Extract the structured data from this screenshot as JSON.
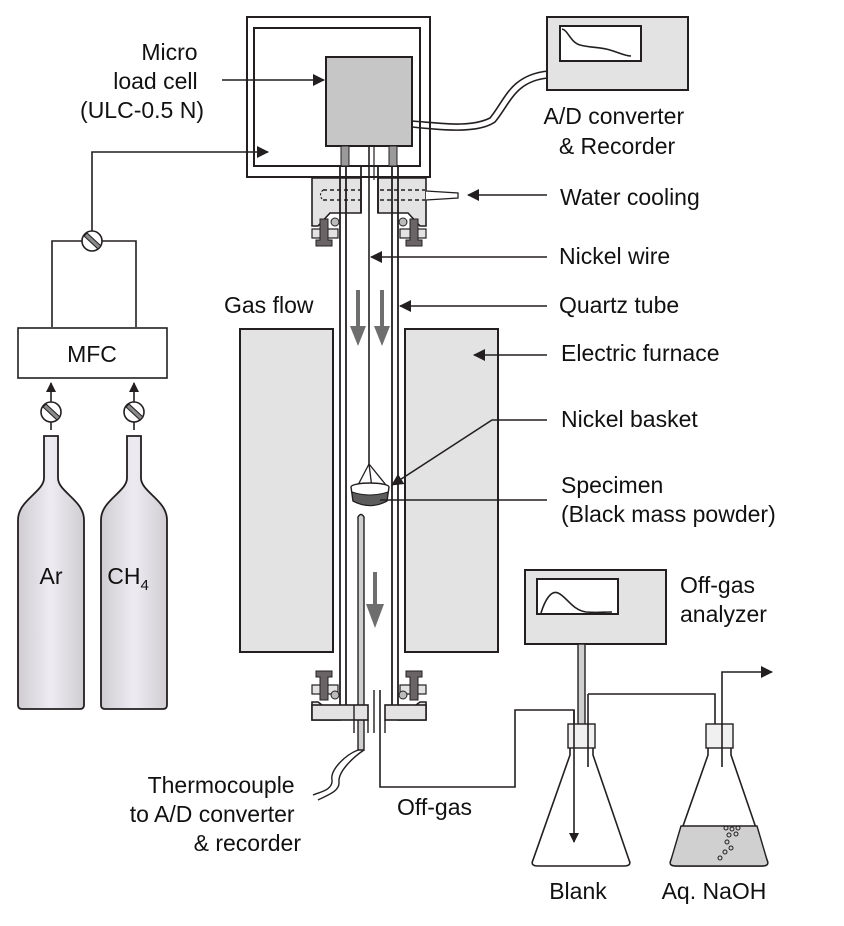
{
  "colors": {
    "stroke": "#231f20",
    "panel_fill": "#e3e3e3",
    "load_cell_fill": "#c6c6c6",
    "flow_arrow": "#6e6e6e",
    "bolt_fill": "#6b6466",
    "cylinder_fill": "#e6e3ea",
    "specimen_fill": "#5c5c5c",
    "naoh_fill": "#d0d0d0"
  },
  "labels": {
    "load_cell": [
      "Micro",
      "load cell",
      "(ULC-0.5 N)"
    ],
    "ad_converter": [
      "A/D converter",
      "& Recorder"
    ],
    "water_cooling": "Water cooling",
    "nickel_wire": "Nickel wire",
    "gas_flow": "Gas flow",
    "quartz_tube": "Quartz tube",
    "electric_furnace": "Electric furnace",
    "nickel_basket": "Nickel basket",
    "specimen": [
      "Specimen",
      "(Black mass powder)"
    ],
    "off_gas_analyzer": [
      "Off-gas",
      "analyzer"
    ],
    "mfc": "MFC",
    "cylinder_ar": "Ar",
    "cylinder_ch4_main": "CH",
    "cylinder_ch4_sub": "4",
    "thermocouple": [
      "Thermocouple",
      "to A/D converter",
      "& recorder"
    ],
    "off_gas": "Off-gas",
    "flask_blank": "Blank",
    "flask_naoh": "Aq. NaOH"
  }
}
